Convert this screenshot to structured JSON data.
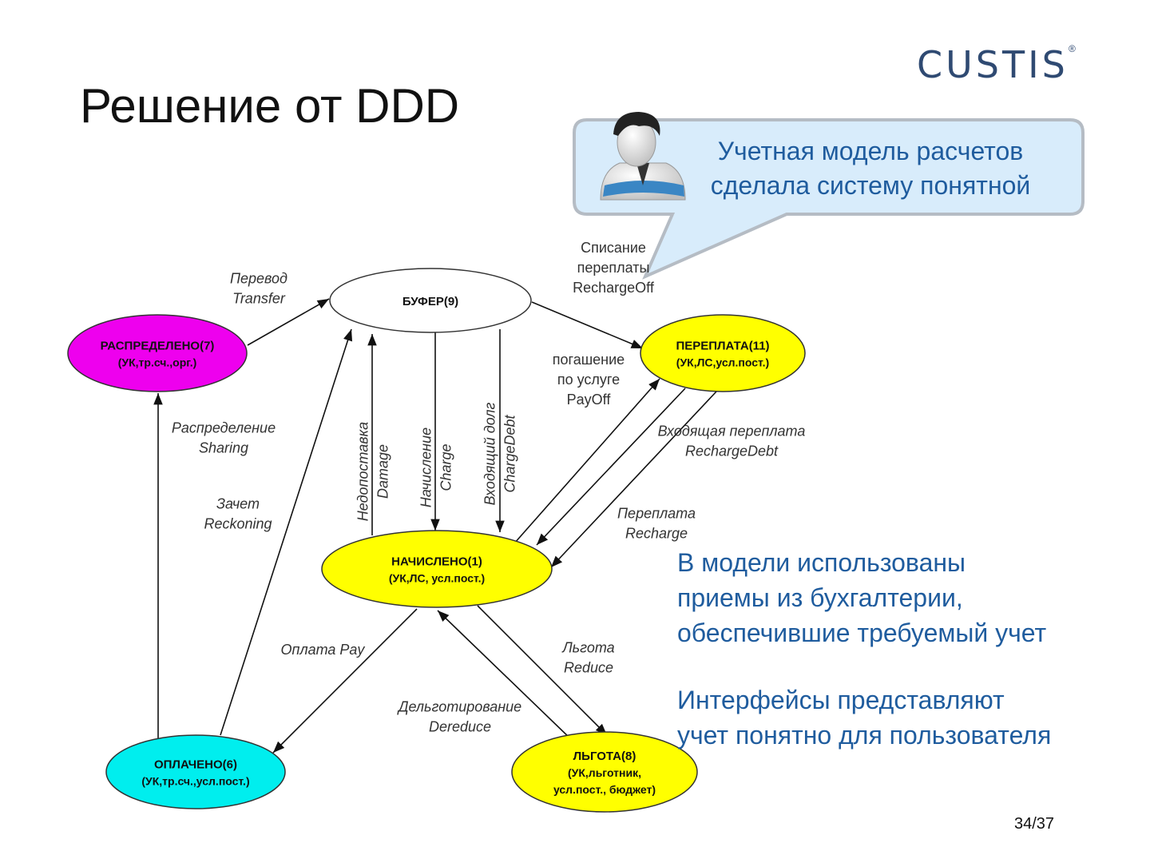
{
  "slide": {
    "title": "Решение от DDD",
    "logo": "CUSTIS",
    "logo_reg": "®",
    "page": "34/37",
    "callout": [
      "Учетная модель расчетов",
      "сделала систему понятной"
    ],
    "side_text_1": [
      "В модели использованы",
      "приемы из бухгалтерии,",
      "обеспечившие требуемый учет"
    ],
    "side_text_2": [
      "Интерфейсы представляют",
      "учет понятно для пользователя"
    ]
  },
  "diagram": {
    "nodes": [
      {
        "id": "bufer",
        "lines": [
          "БУФЕР(9)"
        ],
        "fill": "#ffffff"
      },
      {
        "id": "raspred",
        "lines": [
          "РАСПРЕДЕЛЕНО(7)",
          "(УК,тр.сч.,орг.)"
        ],
        "fill": "#ee00ee"
      },
      {
        "id": "pereplata",
        "lines": [
          "ПЕРЕПЛАТА(11)",
          "(УК,ЛС,усл.пост.)"
        ],
        "fill": "#ffff00"
      },
      {
        "id": "nachisleno",
        "lines": [
          "НАЧИСЛЕНО(1)",
          "(УК,ЛС, усл.пост.)"
        ],
        "fill": "#ffff00"
      },
      {
        "id": "oplacheno",
        "lines": [
          "ОПЛАЧЕНО(6)",
          "(УК,тр.сч.,усл.пост.)"
        ],
        "fill": "#00eeee"
      },
      {
        "id": "lgota",
        "lines": [
          "ЛЬГОТА(8)",
          "(УК,льготник,",
          "усл.пост., бюджет)"
        ],
        "fill": "#ffff00"
      }
    ],
    "edge_labels": [
      {
        "id": "transfer",
        "lines": [
          "Перевод",
          "Transfer"
        ]
      },
      {
        "id": "rechargeoff",
        "lines": [
          "Списание",
          "переплаты",
          "RechargeOff"
        ]
      },
      {
        "id": "payoff",
        "lines": [
          "погашение",
          "по услуге",
          "PayOff"
        ]
      },
      {
        "id": "rechargedebt",
        "lines": [
          "Входящая переплата",
          "RechargeDebt"
        ]
      },
      {
        "id": "recharge",
        "lines": [
          "Переплата",
          "Recharge"
        ]
      },
      {
        "id": "sharing",
        "lines": [
          "Распределение",
          "Sharing"
        ]
      },
      {
        "id": "reckoning",
        "lines": [
          "Зачет",
          "Reckoning"
        ]
      },
      {
        "id": "damage",
        "lines": [
          "Недопоставка",
          "Damage"
        ]
      },
      {
        "id": "charge",
        "lines": [
          "Начисление",
          "Charge"
        ]
      },
      {
        "id": "chargedebt",
        "lines": [
          "Входящий долг",
          "ChargeDebt"
        ]
      },
      {
        "id": "pay",
        "lines": [
          "Оплата Pay"
        ]
      },
      {
        "id": "reduce",
        "lines": [
          "Льгота",
          "Reduce"
        ]
      },
      {
        "id": "dereduce",
        "lines": [
          "Дельготирование",
          "Dereduce"
        ]
      }
    ]
  }
}
